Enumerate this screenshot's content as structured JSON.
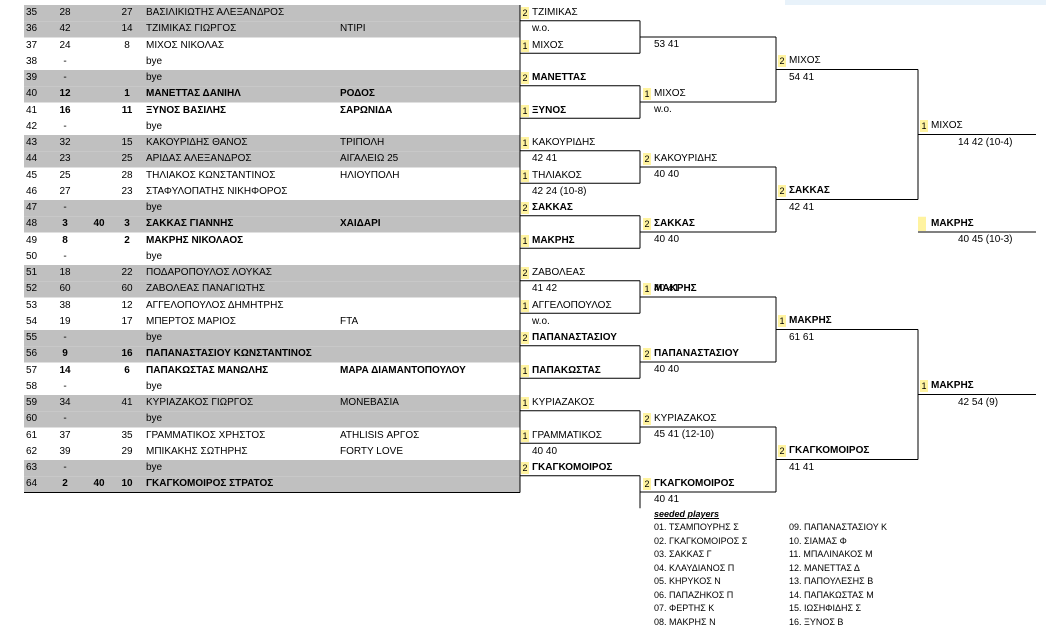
{
  "rows": [
    {
      "pos": "35",
      "a": "28",
      "b": "",
      "c": "27",
      "name": "ΒΑΣΙΛΙΚΙΩΤΗΣ ΑΛΕΞΑΝΔΡΟΣ",
      "club": "",
      "bold": false,
      "gray": true
    },
    {
      "pos": "36",
      "a": "42",
      "b": "",
      "c": "14",
      "name": "ΤΖΙΜΙΚΑΣ ΓΙΩΡΓΟΣ",
      "club": "ΝΤΙΡΙ",
      "bold": false,
      "gray": true
    },
    {
      "pos": "37",
      "a": "24",
      "b": "",
      "c": "8",
      "name": "ΜΙΧΟΣ ΝΙΚΟΛΑΣ",
      "club": "",
      "bold": false,
      "gray": false
    },
    {
      "pos": "38",
      "a": "-",
      "b": "",
      "c": "",
      "name": "bye",
      "club": "",
      "bold": false,
      "gray": false
    },
    {
      "pos": "39",
      "a": "-",
      "b": "",
      "c": "",
      "name": "bye",
      "club": "",
      "bold": false,
      "gray": true
    },
    {
      "pos": "40",
      "a": "12",
      "b": "",
      "c": "1",
      "name": "ΜΑΝΕΤΤΑΣ ΔΑΝΙΗΛ",
      "club": "ΡΟΔΟΣ",
      "bold": true,
      "gray": true
    },
    {
      "pos": "41",
      "a": "16",
      "b": "",
      "c": "11",
      "name": "ΞΥΝΟΣ ΒΑΣΙΛΗΣ",
      "club": "ΣΑΡΩΝΙΔΑ",
      "bold": true,
      "gray": false
    },
    {
      "pos": "42",
      "a": "-",
      "b": "",
      "c": "",
      "name": "bye",
      "club": "",
      "bold": false,
      "gray": false
    },
    {
      "pos": "43",
      "a": "32",
      "b": "",
      "c": "15",
      "name": "ΚΑΚΟΥΡΙΔΗΣ ΘΑΝΟΣ",
      "club": "ΤΡΙΠΟΛΗ",
      "bold": false,
      "gray": true
    },
    {
      "pos": "44",
      "a": "23",
      "b": "",
      "c": "25",
      "name": "ΑΡΙΔΑΣ ΑΛΕΞΑΝΔΡΟΣ",
      "club": "ΑΙΓΑΛΕΙΩ 25",
      "bold": false,
      "gray": true
    },
    {
      "pos": "45",
      "a": "25",
      "b": "",
      "c": "28",
      "name": "ΤΗΛΙΑΚΟΣ ΚΩΝΣΤΑΝΤΙΝΟΣ",
      "club": "ΗΛΙΟΥΠΟΛΗ",
      "bold": false,
      "gray": false
    },
    {
      "pos": "46",
      "a": "27",
      "b": "",
      "c": "23",
      "name": "ΣΤΑΦΥΛΟΠΑΤΗΣ ΝΙΚΗΦΟΡΟΣ",
      "club": "",
      "bold": false,
      "gray": false
    },
    {
      "pos": "47",
      "a": "-",
      "b": "",
      "c": "",
      "name": "bye",
      "club": "",
      "bold": false,
      "gray": true
    },
    {
      "pos": "48",
      "a": "3",
      "b": "40",
      "c": "3",
      "name": "ΣΑΚΚΑΣ ΓΙΑΝΝΗΣ",
      "club": "ΧΑΙΔΑΡΙ",
      "bold": true,
      "gray": true
    },
    {
      "pos": "49",
      "a": "8",
      "b": "",
      "c": "2",
      "name": "ΜΑΚΡΗΣ ΝΙΚΟΛΑΟΣ",
      "club": "",
      "bold": true,
      "gray": false
    },
    {
      "pos": "50",
      "a": "-",
      "b": "",
      "c": "",
      "name": "bye",
      "club": "",
      "bold": false,
      "gray": false
    },
    {
      "pos": "51",
      "a": "18",
      "b": "",
      "c": "22",
      "name": "ΠΟΔΑΡΟΠΟΥΛΟΣ ΛΟΥΚΑΣ",
      "club": "",
      "bold": false,
      "gray": true
    },
    {
      "pos": "52",
      "a": "60",
      "b": "",
      "c": "60",
      "name": "ΖΑΒΟΛΕΑΣ ΠΑΝΑΓΙΩΤΗΣ",
      "club": "",
      "bold": false,
      "gray": true
    },
    {
      "pos": "53",
      "a": "38",
      "b": "",
      "c": "12",
      "name": "ΑΓΓΕΛΟΠΟΥΛΟΣ ΔΗΜΗΤΡΗΣ",
      "club": "",
      "bold": false,
      "gray": false
    },
    {
      "pos": "54",
      "a": "19",
      "b": "",
      "c": "17",
      "name": "ΜΠΕΡΤΟΣ ΜΑΡΙΟΣ",
      "club": "FTA",
      "bold": false,
      "gray": false
    },
    {
      "pos": "55",
      "a": "-",
      "b": "",
      "c": "",
      "name": "bye",
      "club": "",
      "bold": false,
      "gray": true
    },
    {
      "pos": "56",
      "a": "9",
      "b": "",
      "c": "16",
      "name": "ΠΑΠΑΝΑΣΤΑΣΙΟΥ ΚΩΝΣΤΑΝΤΙΝΟΣ",
      "club": "",
      "bold": true,
      "gray": true
    },
    {
      "pos": "57",
      "a": "14",
      "b": "",
      "c": "6",
      "name": "ΠΑΠΑΚΩΣΤΑΣ ΜΑΝΩΛΗΣ",
      "club": "ΜΑΡΑ ΔΙΑΜΑΝΤΟΠΟΥΛΟΥ",
      "bold": true,
      "gray": false
    },
    {
      "pos": "58",
      "a": "-",
      "b": "",
      "c": "",
      "name": "bye",
      "club": "",
      "bold": false,
      "gray": false
    },
    {
      "pos": "59",
      "a": "34",
      "b": "",
      "c": "41",
      "name": "ΚΥΡΙΑΖΑΚΟΣ ΓΙΩΡΓΟΣ",
      "club": "ΜΟΝΕΒΑΣΙΑ",
      "bold": false,
      "gray": true
    },
    {
      "pos": "60",
      "a": "-",
      "b": "",
      "c": "",
      "name": "bye",
      "club": "",
      "bold": false,
      "gray": true
    },
    {
      "pos": "61",
      "a": "37",
      "b": "",
      "c": "35",
      "name": "ΓΡΑΜΜΑΤΙΚΟΣ ΧΡΗΣΤΟΣ",
      "club": "ATHLISIS ΑΡΓΟΣ",
      "bold": false,
      "gray": false
    },
    {
      "pos": "62",
      "a": "39",
      "b": "",
      "c": "29",
      "name": "ΜΠΙΚΑΚΗΣ ΣΩΤΗΡΗΣ",
      "club": "FORTY LOVE",
      "bold": false,
      "gray": false
    },
    {
      "pos": "63",
      "a": "-",
      "b": "",
      "c": "",
      "name": "bye",
      "club": "",
      "bold": false,
      "gray": true
    },
    {
      "pos": "64",
      "a": "2",
      "b": "40",
      "c": "10",
      "name": "ΓΚΑΓΚΟΜΟΙΡΟΣ ΣΤΡΑΤΟΣ",
      "club": "",
      "bold": true,
      "gray": true
    }
  ],
  "round1": [
    {
      "box": "2",
      "name": "ΤΖΙΜΙΚΑΣ",
      "score": "w.o.",
      "bold": false
    },
    {
      "box": "1",
      "name": "ΜΙΧΟΣ",
      "score": "",
      "bold": false
    },
    {
      "box": "2",
      "name": "ΜΑΝΕΤΤΑΣ",
      "score": "",
      "bold": true
    },
    {
      "box": "1",
      "name": "ΞΥΝΟΣ",
      "score": "",
      "bold": true
    },
    {
      "box": "1",
      "name": "ΚΑΚΟΥΡΙΔΗΣ",
      "score": "42 41",
      "bold": false
    },
    {
      "box": "1",
      "name": "ΤΗΛΙΑΚΟΣ",
      "score": "42 24 (10-8)",
      "bold": false
    },
    {
      "box": "2",
      "name": "ΣΑΚΚΑΣ",
      "score": "",
      "bold": true
    },
    {
      "box": "1",
      "name": "ΜΑΚΡΗΣ",
      "score": "",
      "bold": true
    },
    {
      "box": "2",
      "name": "ΖΑΒΟΛΕΑΣ",
      "score": "41 42",
      "bold": false
    },
    {
      "box": "1",
      "name": "ΑΓΓΕΛΟΠΟΥΛΟΣ",
      "score": "w.o.",
      "bold": false
    },
    {
      "box": "2",
      "name": "ΠΑΠΑΝΑΣΤΑΣΙΟΥ",
      "score": "",
      "bold": true
    },
    {
      "box": "1",
      "name": "ΠΑΠΑΚΩΣΤΑΣ",
      "score": "",
      "bold": true
    },
    {
      "box": "1",
      "name": "ΚΥΡΙΑΖΑΚΟΣ",
      "score": "",
      "bold": false
    },
    {
      "box": "1",
      "name": "ΓΡΑΜΜΑΤΙΚΟΣ",
      "score": "40 40",
      "bold": false
    },
    {
      "box": "2",
      "name": "ΓΚΑΓΚΟΜΟΙΡΟΣ",
      "score": "",
      "bold": true
    }
  ],
  "round2": [
    {
      "box": "",
      "name": "",
      "score": "53 41",
      "bold": false
    },
    {
      "box": "1",
      "name": "ΜΙΧΟΣ",
      "score": "w.o.",
      "bold": false
    },
    {
      "box": "2",
      "name": "ΚΑΚΟΥΡΙΔΗΣ",
      "score": "40 40",
      "bold": false
    },
    {
      "box": "2",
      "name": "ΣΑΚΚΑΣ",
      "score": "40 40",
      "bold": true
    },
    {
      "box": "1",
      "name": "ΜΑΚΡΗΣ",
      "score": "",
      "bold": true
    },
    {
      "box": "2",
      "name": "ΠΑΠΑΝΑΣΤΑΣΙΟΥ",
      "score": "40 40",
      "bold": true
    },
    {
      "box": "2",
      "name": "ΚΥΡΙΑΖΑΚΟΣ",
      "score": "45 41 (12-10)",
      "bold": false
    },
    {
      "box": "2",
      "name": "ΓΚΑΓΚΟΜΟΙΡΟΣ",
      "score": "40 41",
      "bold": true
    }
  ],
  "round2_inline_score": {
    "box": "1",
    "score": "40 41"
  },
  "round3": [
    {
      "box": "2",
      "name": "ΜΙΧΟΣ",
      "score": "54 41",
      "bold": false
    },
    {
      "box": "2",
      "name": "ΣΑΚΚΑΣ",
      "score": "42 41",
      "bold": true
    },
    {
      "box": "1",
      "name": "ΜΑΚΡΗΣ",
      "score": "61 61",
      "bold": true
    },
    {
      "box": "2",
      "name": "ΓΚΑΓΚΟΜΟΙΡΟΣ",
      "score": "41 41",
      "bold": true
    }
  ],
  "round4": [
    {
      "box": "1",
      "name": "ΜΙΧΟΣ",
      "score": "14 42 (10-4)",
      "bold": false
    },
    {
      "box": "1",
      "name": "ΜΑΚΡΗΣ",
      "score": "42 54 (9)",
      "bold": true
    }
  ],
  "round5": {
    "box": "",
    "name": "ΜΑΚΡΗΣ",
    "score": "40 45 (10-3)",
    "bold": true
  },
  "seeded_title": "seeded players",
  "seeded_left": [
    "01. ΤΣΑΜΠΟΥΡΗΣ Σ",
    "02. ΓΚΑΓΚΟΜΟΙΡΟΣ Σ",
    "03. ΣΑΚΚΑΣ Γ",
    "04. ΚΛΑΥΔΙΑΝΟΣ Π",
    "05. ΚΗΡΥΚΟΣ Ν",
    "06. ΠΑΠΑΖΗΚΟΣ Π",
    "07. ΦΕΡΤΗΣ Κ",
    "08. ΜΑΚΡΗΣ Ν"
  ],
  "seeded_right": [
    "09. ΠΑΠΑΝΑΣΤΑΣΙΟΥ Κ",
    "10. ΣΙΑΜΑΣ Φ",
    "11. ΜΠΑΛΙΝΑΚΟΣ Μ",
    "12. ΜΑΝΕΤΤΑΣ Δ",
    "13. ΠΑΠΟΥΛΕΣΗΣ Β",
    "14. ΠΑΠΑΚΩΣΤΑΣ Μ",
    "15. ΙΩΣΗΦΙΔΗΣ Σ",
    "16. ΞΥΝΟΣ Β"
  ],
  "colors": {
    "gray": "#c0c0c0",
    "yellow": "#fff3a0",
    "line": "#000000",
    "topBand": "#e8f2fa"
  }
}
